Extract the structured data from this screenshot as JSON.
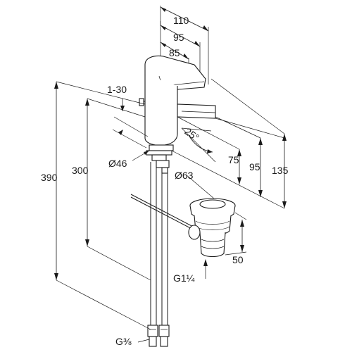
{
  "drawing": {
    "subject": "basin mixer tap dimension drawing",
    "line_color": "#1a1a1a",
    "background": "#ffffff"
  },
  "dimensions": {
    "reach_110": "110",
    "reach_95": "95",
    "reach_85": "85",
    "deck_thickness": "1-30",
    "base_diameter": "Ø46",
    "total_height": "390",
    "hose_height": "300",
    "swivel_angle": "25°",
    "spout_height_75": "75",
    "spout_height_95": "95",
    "height_135": "135",
    "waste_diameter": "Ø63",
    "waste_height": "50",
    "waste_thread": "G1¼",
    "hose_thread": "G⅜"
  }
}
